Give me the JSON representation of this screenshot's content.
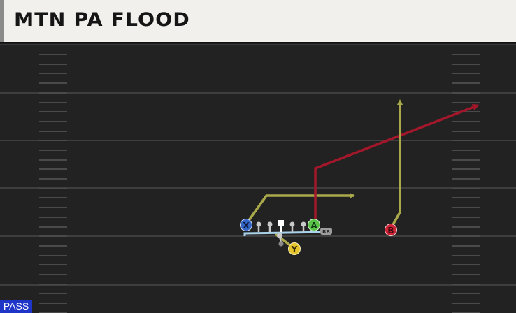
{
  "play": {
    "title": "MTN PA FLOOD",
    "mode": "PASS"
  },
  "players": [
    {
      "id": "X",
      "label": "X",
      "color": "#3566c5",
      "text_color": "#0f1a3a",
      "shape": "circle"
    },
    {
      "id": "A",
      "label": "A",
      "color": "#5bc24a",
      "text_color": "#0f3a10",
      "shape": "circle"
    },
    {
      "id": "B",
      "label": "B",
      "color": "#cc2335",
      "text_color": "#3a0b10",
      "shape": "circle"
    },
    {
      "id": "Y",
      "label": "Y",
      "color": "#e6c52c",
      "text_color": "#3a300a",
      "shape": "circle"
    },
    {
      "id": "RB",
      "label": "RB",
      "color": "#9d9d9d",
      "text_color": "#2a2a2a",
      "shape": "pill"
    }
  ],
  "routes": [
    {
      "player": "X",
      "color": "#a9a94b",
      "arrow": true
    },
    {
      "player": "A",
      "color": "#a3172b",
      "arrow": false
    },
    {
      "player": "A_deep",
      "color": "#a3172b",
      "arrow": true
    },
    {
      "player": "B",
      "color": "#a9a94b",
      "arrow": true
    }
  ],
  "colors": {
    "field": "#222222",
    "yard_line": "#3e3e3e",
    "hash": "#4a4a4a",
    "protection": "#a9d2ea",
    "linemen": "#c9c9c9",
    "center": "#ffffff",
    "title_bg": "#f1f0ec",
    "badge_bg": "#1f35c8"
  }
}
